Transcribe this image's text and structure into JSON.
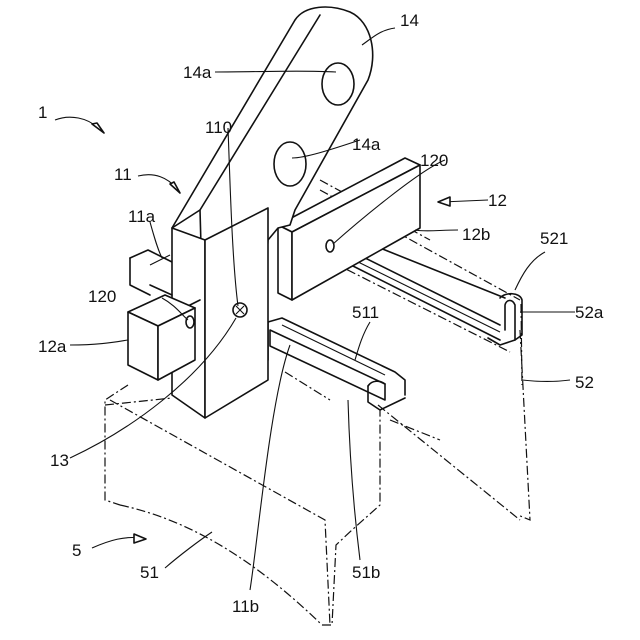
{
  "labels": {
    "device": "1",
    "holder": "11",
    "holder_face_a": "11a",
    "holder_face_b": "11b",
    "rail_member": "12",
    "rail_end_a": "12a",
    "rail_end_b": "12b",
    "screw": "13",
    "plate": "14",
    "hole_upper": "14a",
    "hole_lower": "14a",
    "screw_hole": "110",
    "hole_left": "120",
    "hole_right": "120",
    "panel_group": "5",
    "panel_front": "51",
    "panel_front_edge": "51b",
    "panel_front_flange": "511",
    "panel_rear": "52",
    "panel_rear_edge": "52a",
    "panel_rear_flange": "521"
  }
}
